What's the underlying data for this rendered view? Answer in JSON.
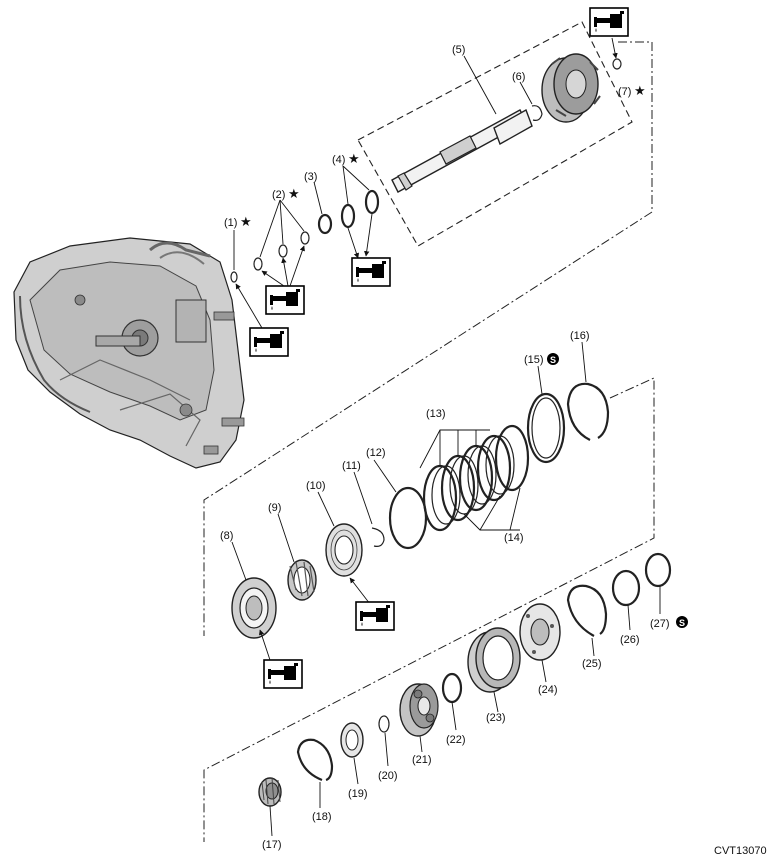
{
  "diagram": {
    "figure_code": "CVT13070",
    "part_labels": [
      "(1)",
      "(2)",
      "(3)",
      "(4)",
      "(5)",
      "(6)",
      "(7)",
      "(8)",
      "(9)",
      "(10)",
      "(11)",
      "(12)",
      "(13)",
      "(14)",
      "(15)",
      "(16)",
      "(17)",
      "(18)",
      "(19)",
      "(20)",
      "(21)",
      "(22)",
      "(23)",
      "(24)",
      "(25)",
      "(26)",
      "(27)"
    ],
    "star_symbol": "★",
    "selective_symbol": "S",
    "icons": {
      "fluid": "oil-can-icon",
      "selective": "selective-part-icon",
      "replace": "star-icon"
    }
  }
}
